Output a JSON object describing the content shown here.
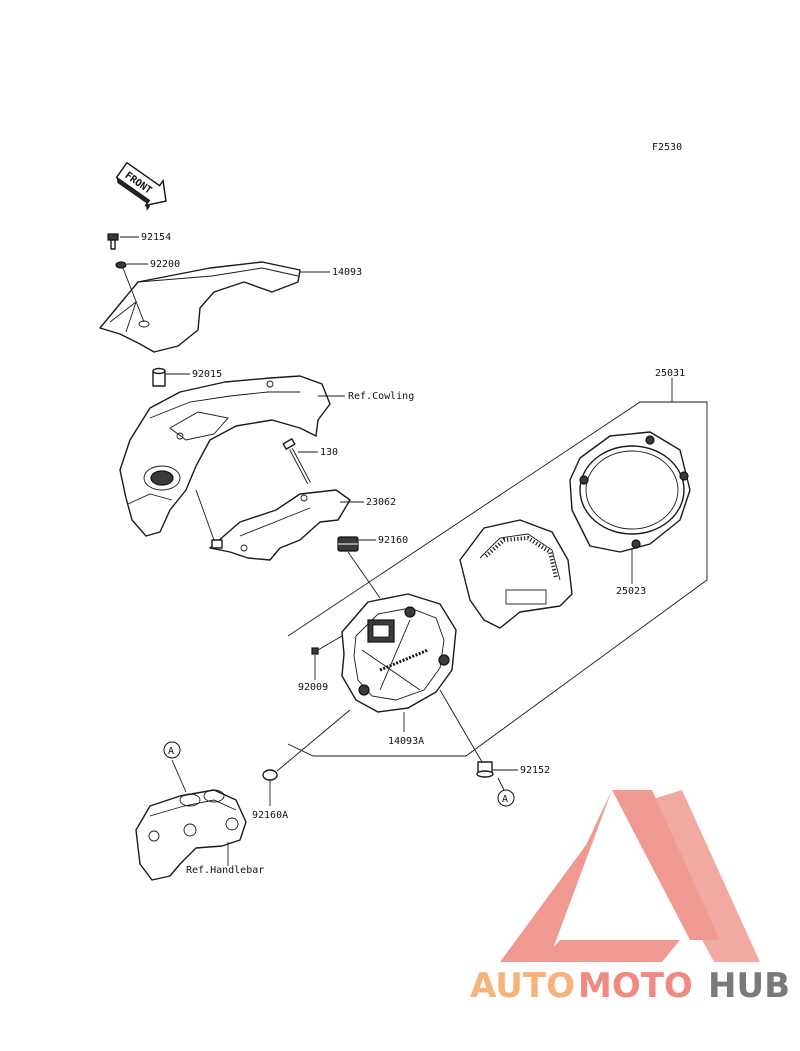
{
  "diagram": {
    "figure_code": "F2530",
    "front_arrow_text": "FRONT",
    "labels": {
      "p92154": "92154",
      "p92200": "92200",
      "p14093": "14093",
      "p92015": "92015",
      "ref_cowling": "Ref.Cowling",
      "p130": "130",
      "p23062": "23062",
      "p92160": "92160",
      "p25031": "25031",
      "p25023": "25023",
      "p92009": "92009",
      "p14093A": "14093A",
      "p92152": "92152",
      "p92160A": "92160A",
      "ref_handlebar": "Ref.Handlebar",
      "callout_a1": "A",
      "callout_a2": "A"
    }
  },
  "watermark": {
    "text_auto": "AUTO",
    "text_moto": "MOTO",
    "text_hub": "HUB",
    "colors": {
      "auto": "#f7b27a",
      "moto": "#f08a80",
      "hub": "#7a7a7a",
      "logo": "#ef8f86"
    }
  }
}
